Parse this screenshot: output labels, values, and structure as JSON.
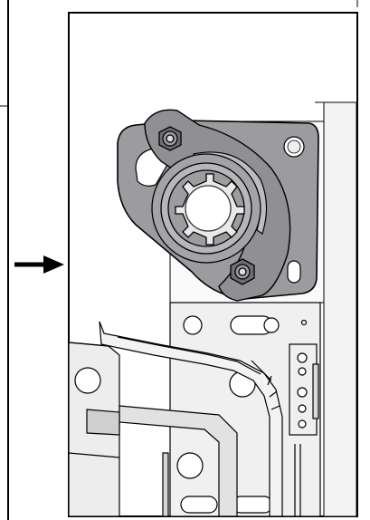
{
  "colors": {
    "background": "#ffffff",
    "outline": "#000000",
    "bracket_fill": "#9c9ca0",
    "bracket_dark": "#7c7c80",
    "part_light": "#f2f2f2",
    "part_mid": "#d9d9d9",
    "hole_fill": "#ffffff"
  },
  "icons": {
    "arrow": "right-arrow",
    "fastener": "hex-nut",
    "hub": "splined-hub"
  }
}
